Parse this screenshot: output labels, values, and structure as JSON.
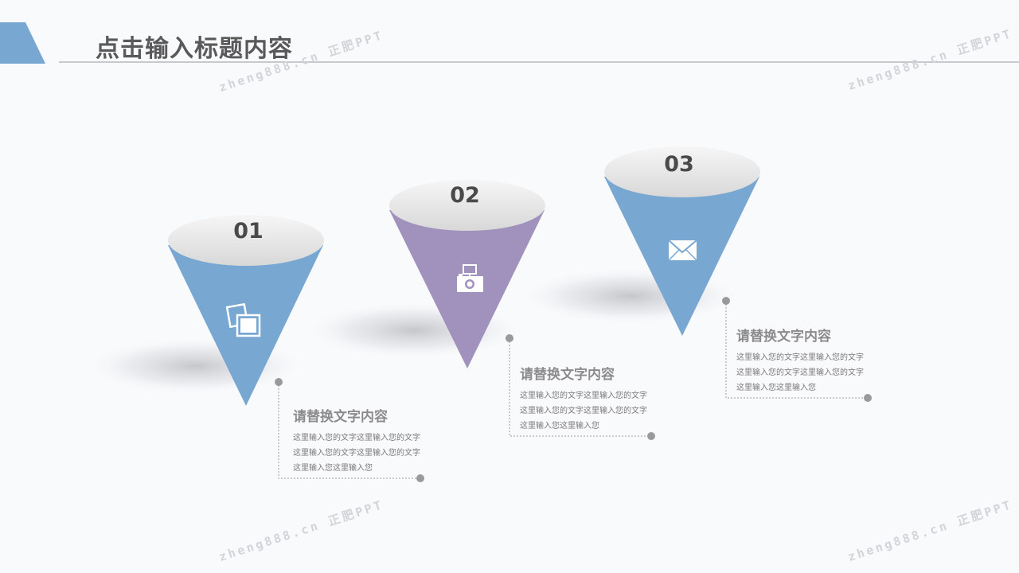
{
  "header": {
    "title": "点击输入标题内容"
  },
  "watermarks": [
    "zheng888.cn 正肥PPT",
    "zheng888.cn 正肥PPT",
    "zheng888.cn 正肥PPT",
    "zheng888.cn 正肥PPT"
  ],
  "items": [
    {
      "number": "01",
      "icon": "pictures-icon",
      "color": "#78a7d2",
      "title": "请替换文字内容",
      "body": "这里输入您的文字这里输入您的文字这里输入您的文字这里输入您的文字这里输入您这里输入您"
    },
    {
      "number": "02",
      "icon": "camera-icon",
      "color": "#a191bd",
      "title": "请替换文字内容",
      "body": "这里输入您的文字这里输入您的文字这里输入您的文字这里输入您的文字这里输入您这里输入您"
    },
    {
      "number": "03",
      "icon": "envelope-icon",
      "color": "#78a7d2",
      "title": "请替换文字内容",
      "body": "这里输入您的文字这里输入您的文字这里输入您的文字这里输入您的文字这里输入您这里输入您"
    }
  ]
}
